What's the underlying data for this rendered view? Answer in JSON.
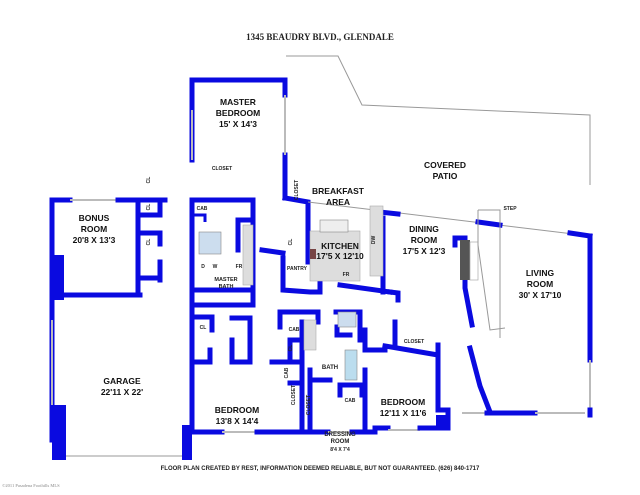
{
  "title": "1345 BEAUDRY BLVD., GLENDALE",
  "footer": "FLOOR PLAN CREATED BY REST, INFORMATION DEEMED RELIABLE, BUT NOT GUARANTEED. (626) 840-1717",
  "watermark": "©2011 Pasadena Foothills MLS",
  "colors": {
    "wall": "#0a0ae0"
  },
  "rooms": {
    "master_bedroom": {
      "name1": "MASTER",
      "name2": "BEDROOM",
      "size": "15' X 14'3"
    },
    "covered_patio": {
      "name1": "COVERED",
      "name2": "PATIO"
    },
    "bonus_room": {
      "name1": "BONUS",
      "name2": "ROOM",
      "size": "20'8 X 13'3"
    },
    "breakfast_area": {
      "name1": "BREAKFAST",
      "name2": "AREA"
    },
    "kitchen": {
      "name": "KITCHEN",
      "size": "17'5 X 12'10"
    },
    "dining_room": {
      "name1": "DINING",
      "name2": "ROOM",
      "size": "17'5 X 12'3"
    },
    "living_room": {
      "name1": "LIVING",
      "name2": "ROOM",
      "size": "30' X 17'10"
    },
    "garage": {
      "name": "GARAGE",
      "size": "22'11 X 22'"
    },
    "bedroom_1": {
      "name": "BEDROOM",
      "size": "13'8 X 14'4"
    },
    "bedroom_2": {
      "name": "BEDROOM",
      "size": "12'11 X 11'6"
    },
    "dressing_room": {
      "name1": "DRESSING",
      "name2": "ROOM",
      "size": "8'4 X 7'4"
    },
    "bath": {
      "name": "BATH"
    },
    "master_bath": {
      "name1": "MASTER",
      "name2": "BATH"
    }
  },
  "small_labels": {
    "cl": "CL",
    "closet": "CLOSET",
    "cab": "CAB",
    "d": "D",
    "w": "W",
    "fr": "FR",
    "pantry": "PANTRY",
    "dw": "DW",
    "step": "STEP"
  }
}
